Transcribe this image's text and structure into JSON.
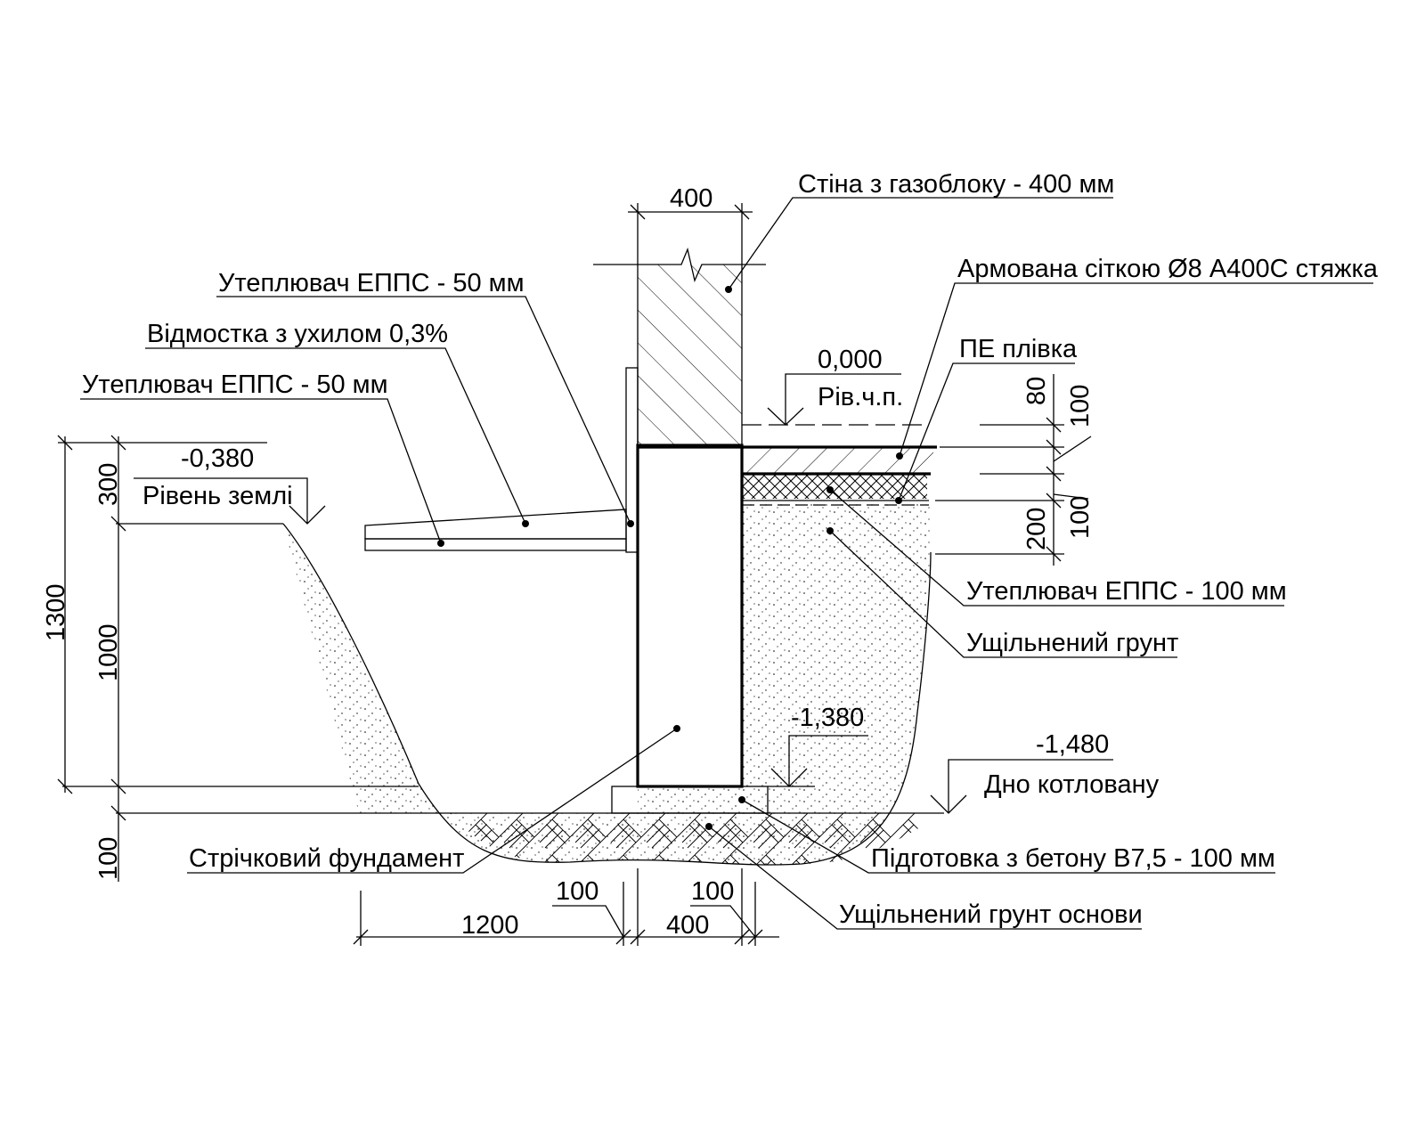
{
  "labels": {
    "wall": "Стіна з газоблоку - 400 мм",
    "screed": "Армована сіткою Ø8 А400С стяжка",
    "pe_film": "ПЕ плівка",
    "insul_wall": "Утеплювач ЕППС - 50 мм",
    "blind_area": "Відмостка з ухилом 0,3%",
    "insul_blind": "Утеплювач ЕППС - 50 мм",
    "insul_floor": "Утеплювач ЕППС - 100 мм",
    "compacted_soil": "Ущільнений грунт",
    "foundation": "Стрічковий фундамент",
    "concrete_prep": "Підготовка з бетону В7,5 - 100 мм",
    "base_soil": "Ущільнений грунт основи"
  },
  "levels": {
    "floor_value": "0,000",
    "floor_label": "Рів.ч.п.",
    "ground_value": "-0,380",
    "ground_label": "Рівень землі",
    "footing_value": "-1,380",
    "pit_value": "-1,480",
    "pit_label": "Дно котловану"
  },
  "dims": {
    "wall_width": "400",
    "d80": "80",
    "d100a": "100",
    "d200": "200",
    "d100b": "100",
    "total_1300": "1300",
    "d300": "300",
    "d1000": "1000",
    "d100_left": "100",
    "d1200": "1200",
    "d100_bl": "100",
    "d400_bottom": "400",
    "d100_br": "100"
  }
}
